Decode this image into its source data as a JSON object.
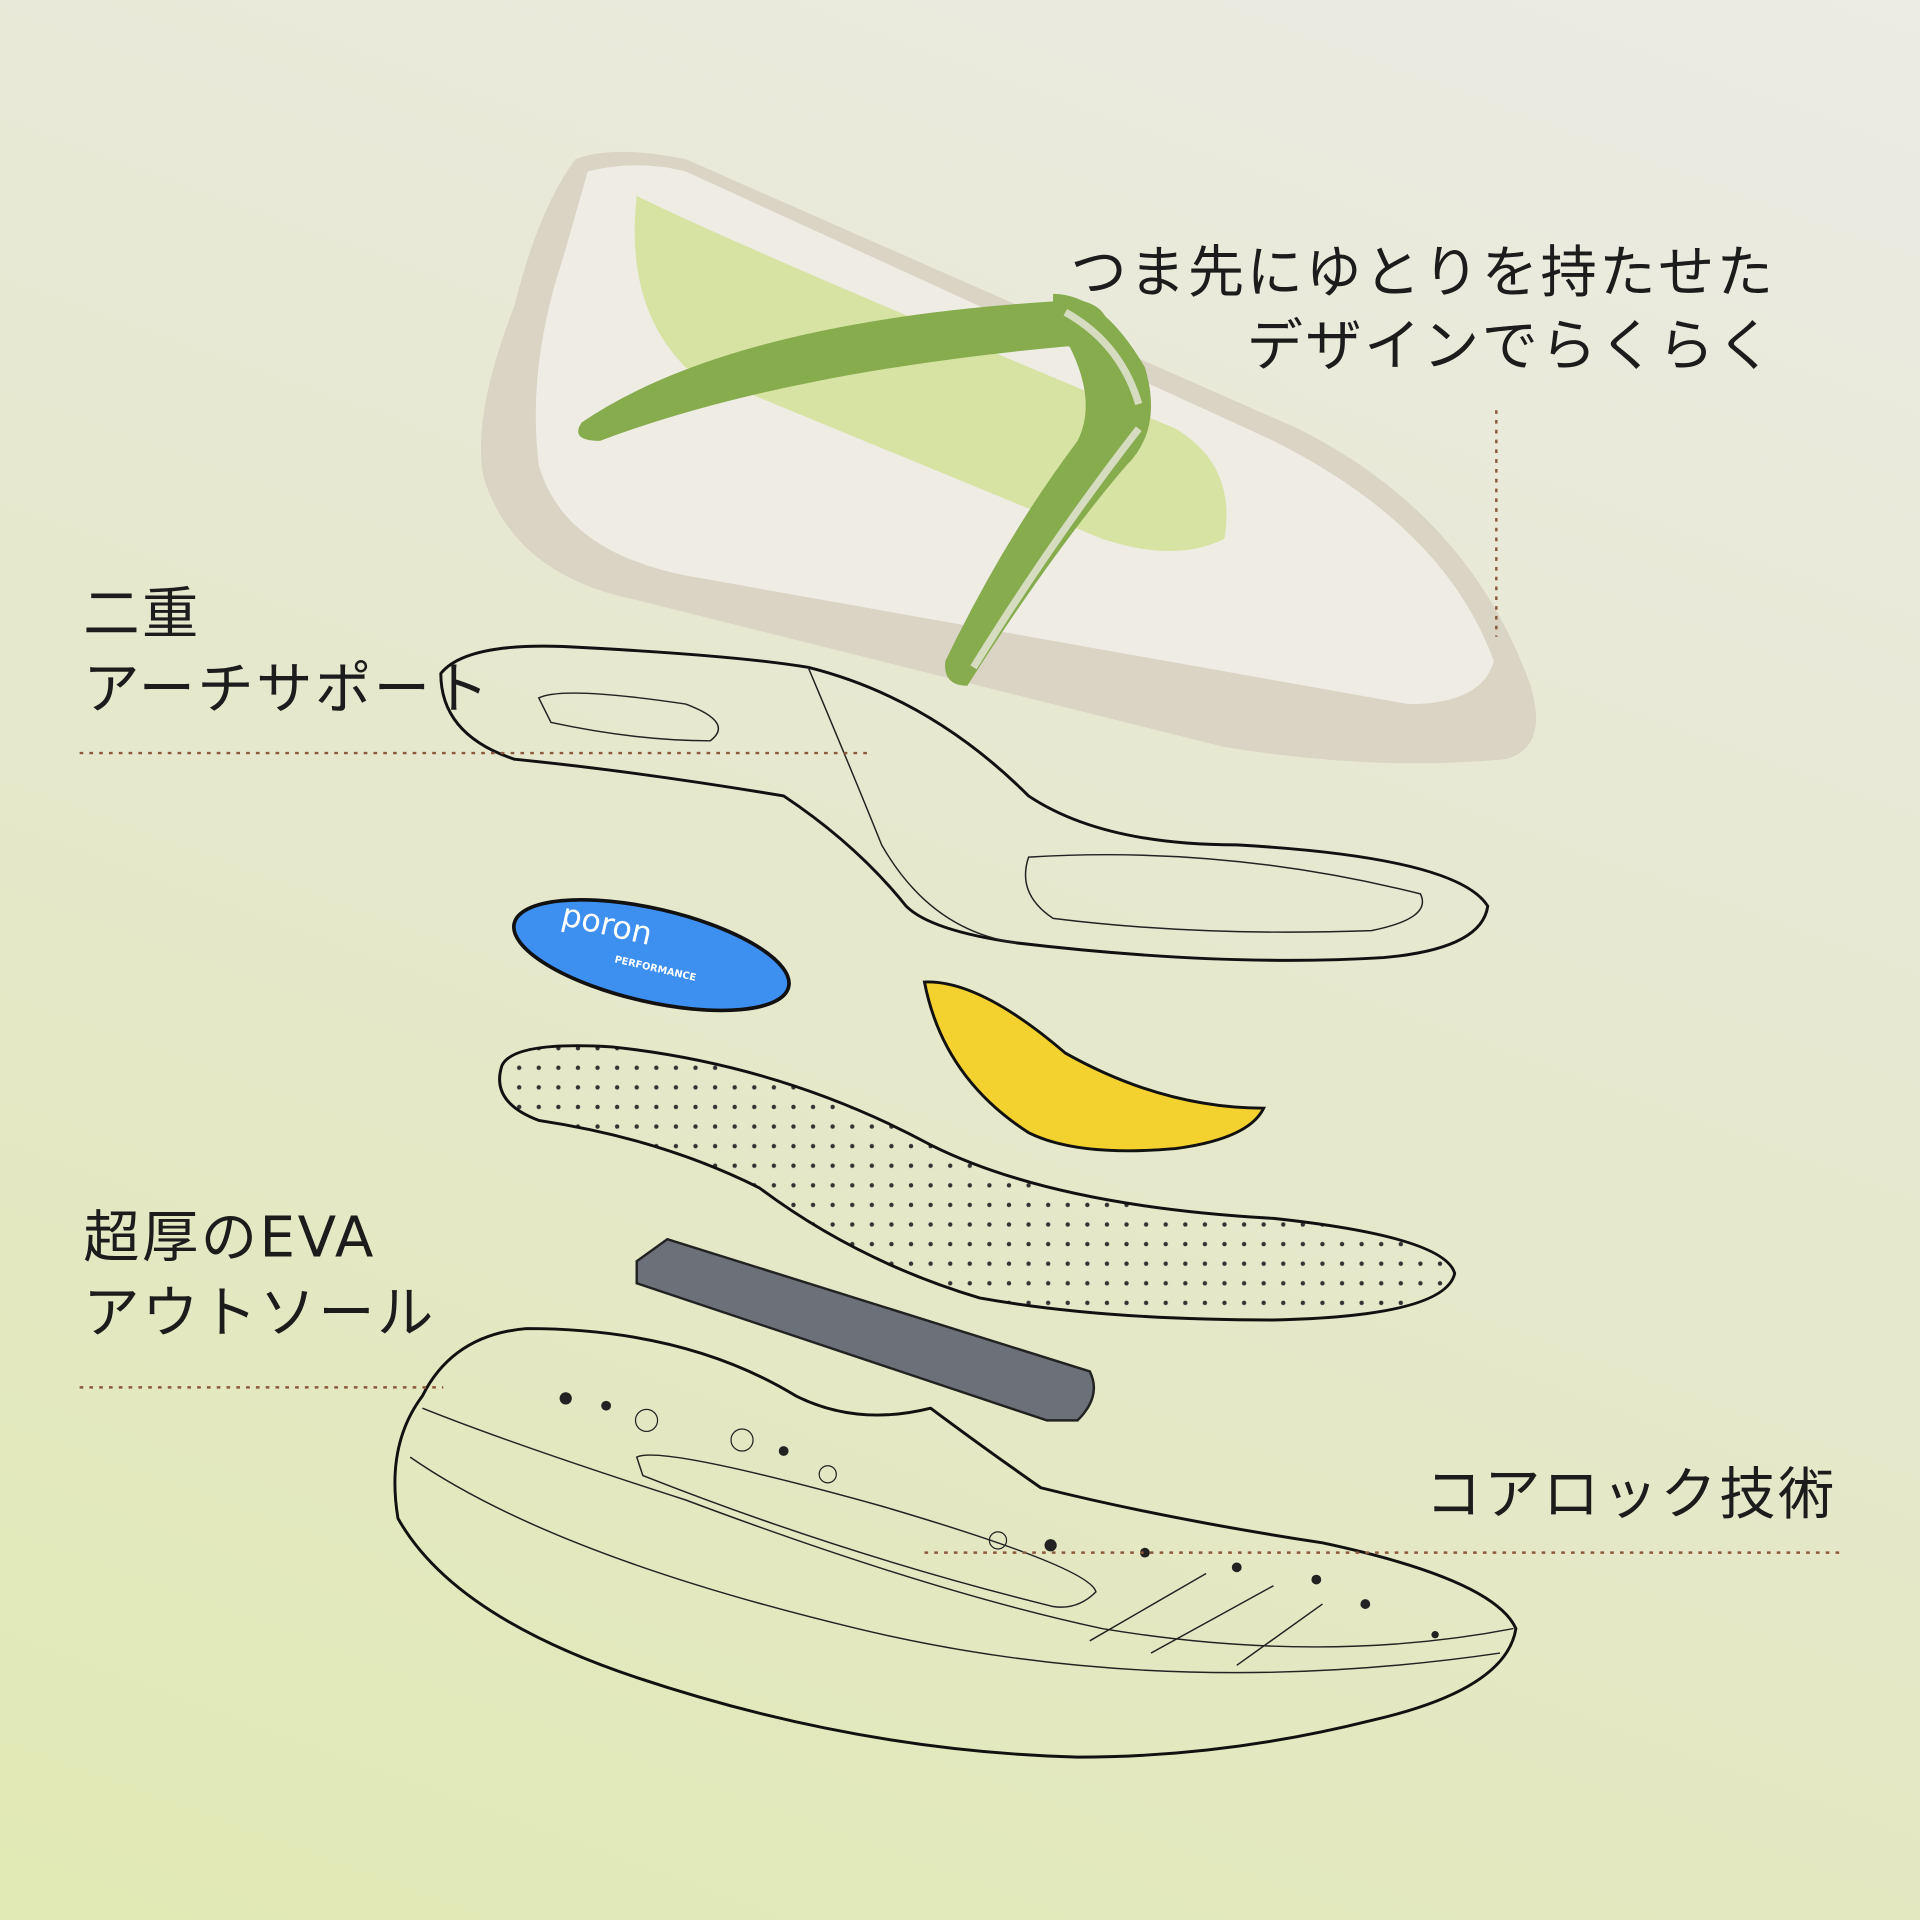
{
  "labels": {
    "toe_line1": "つま先にゆとりを持たせた",
    "toe_line2": "デザインでらくらく",
    "arch_line1": "二重",
    "arch_line2": "アーチサポート",
    "eva_line1": "超厚のEVA",
    "eva_line2": "アウトソール",
    "corelock": "コアロック技術"
  },
  "poron_logo": {
    "brand": "poron",
    "sub": "PERFORMANCE"
  },
  "colors": {
    "strap_green": "#86ac4e",
    "mesh_white": "#f1efe6",
    "sole_beige": "#d8d3c2",
    "poron_blue": "#3d8ff0",
    "heel_pad_yellow": "#f3d12e",
    "shank_gray": "#6c7078",
    "leader_line": "#8a5a3c"
  }
}
